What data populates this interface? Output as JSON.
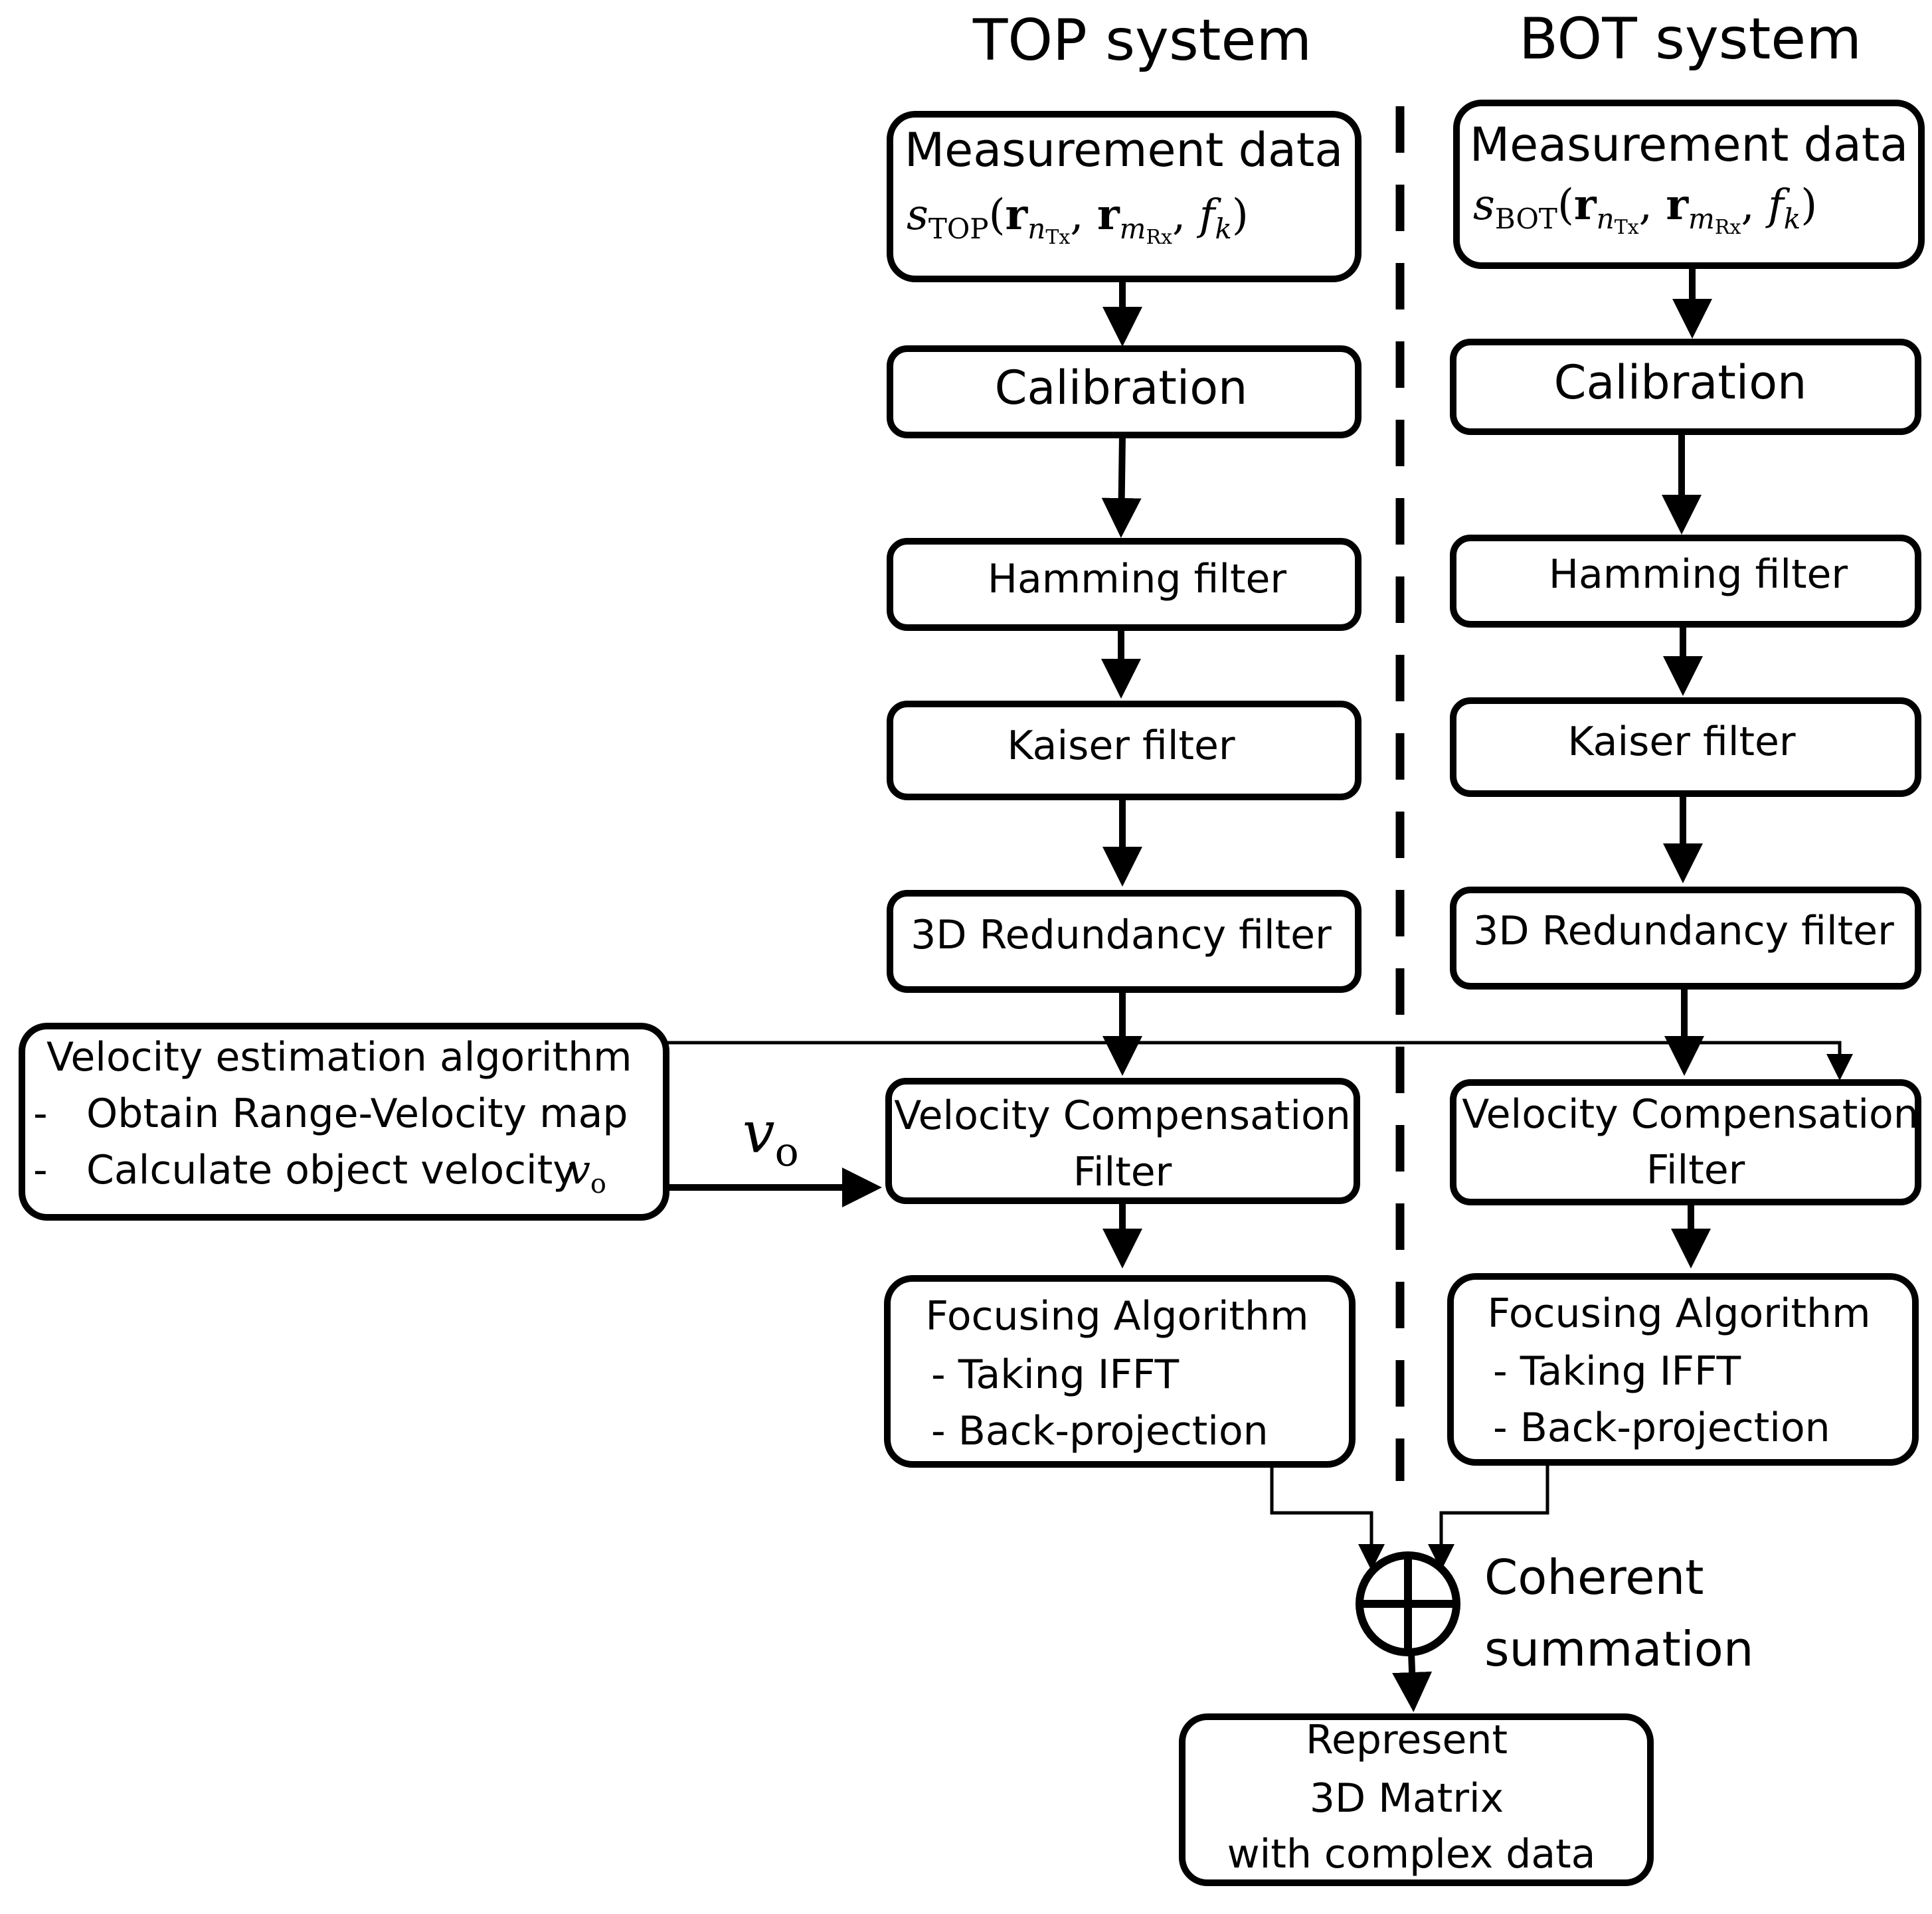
{
  "top_system": {
    "heading": "TOP system",
    "measurement": {
      "title": "Measurement data",
      "symbol": "TOP"
    },
    "calibration": "Calibration",
    "hamming": "Hamming filter",
    "kaiser": "Kaiser filter",
    "redundancy": "3D Redundancy filter",
    "velocity_comp": {
      "line1": "Velocity Compensation",
      "line2": "Filter"
    },
    "focusing": {
      "title": "Focusing Algorithm",
      "step1": "- Taking IFFT",
      "step2": "- Back-projection"
    }
  },
  "bot_system": {
    "heading": "BOT system",
    "measurement": {
      "title": "Measurement data",
      "symbol": "BOT"
    },
    "calibration": "Calibration",
    "hamming": "Hamming filter",
    "kaiser": "Kaiser filter",
    "redundancy": "3D Redundancy filter",
    "velocity_comp": {
      "line1": "Velocity Compensation",
      "line2": "Filter"
    },
    "focusing": {
      "title": "Focusing Algorithm",
      "step1": "- Taking IFFT",
      "step2": "- Back-projection"
    }
  },
  "velocity_estimation": {
    "title": "Velocity estimation algorithm",
    "item1": "Obtain Range-Velocity map",
    "item2": "Calculate object velocity",
    "bullet": "-",
    "symbol": "v",
    "symbol_sub": "o"
  },
  "velocity_label": {
    "symbol": "v",
    "sub": "o"
  },
  "summation": {
    "line1": "Coherent",
    "line2": "summation"
  },
  "output": {
    "line1": "Represent",
    "line2": "3D Matrix",
    "line3": "with complex data"
  }
}
